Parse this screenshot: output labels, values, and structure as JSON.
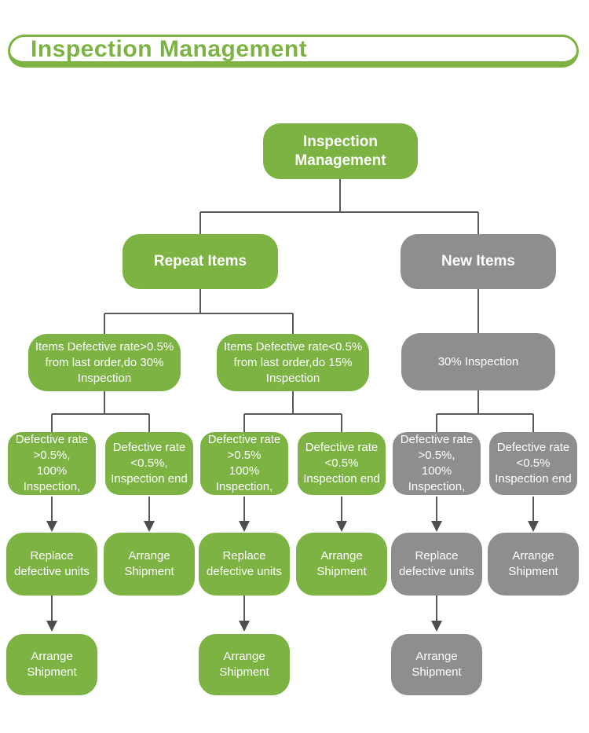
{
  "header": {
    "title": "Inspection Management"
  },
  "colors": {
    "green": "#7cb342",
    "gray": "#8e8e8e",
    "connector": "#58595b",
    "node_text": "#ffffff",
    "background": "#ffffff"
  },
  "diagram": {
    "type": "flowchart",
    "nodes": {
      "root": {
        "label": "Inspection\nManagement"
      },
      "repeat_items": {
        "label": "Repeat Items"
      },
      "new_items": {
        "label": "New Items"
      },
      "repeat_high_rate": {
        "label": "Items Defective rate>0.5%\nfrom last order,do 30%\nInspection"
      },
      "repeat_low_rate": {
        "label": "Items Defective rate<0.5%\nfrom last order,do 15%\nInspection"
      },
      "new_inspection": {
        "label": "30% Inspection"
      },
      "level4": [
        {
          "label": "Defective rate\n>0.5%,\n100% Inspection,"
        },
        {
          "label": "Defective rate\n<0.5%,\nInspection end"
        },
        {
          "label": "Defective rate\n>0.5%\n100% Inspection,"
        },
        {
          "label": "Defective rate\n<0.5%\nInspection end"
        },
        {
          "label": "Defective rate\n>0.5%,\n100% Inspection,"
        },
        {
          "label": "Defective rate\n<0.5%\nInspection end"
        }
      ],
      "level5": [
        {
          "label": "Replace\ndefective units"
        },
        {
          "label": "Arrange\nShipment"
        },
        {
          "label": "Replace\ndefective units"
        },
        {
          "label": "Arrange\nShipment"
        },
        {
          "label": "Replace\ndefective units"
        },
        {
          "label": "Arrange\nShipment"
        }
      ],
      "level6": [
        {
          "label": "Arrange\nShipment"
        },
        {
          "label": "Arrange\nShipment"
        },
        {
          "label": "Arrange\nShipment"
        }
      ]
    }
  }
}
